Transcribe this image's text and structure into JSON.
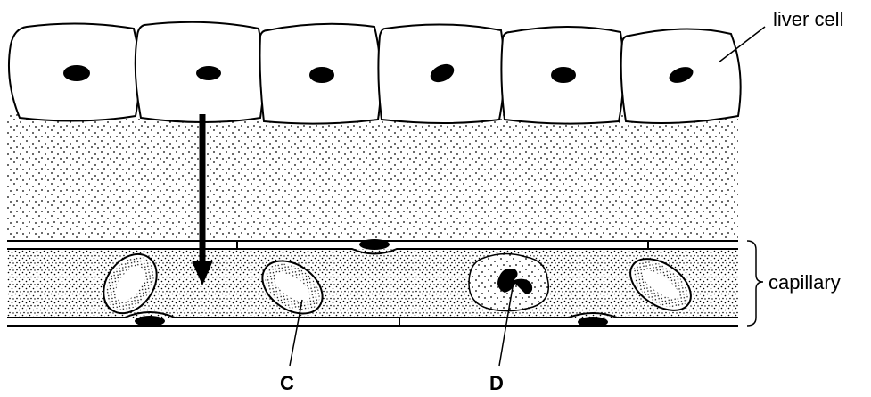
{
  "labels": {
    "liver_cell": "liver cell",
    "capillary": "capillary",
    "c": "C",
    "d": "D"
  },
  "liver_cells": [
    {
      "id": 1
    },
    {
      "id": 2
    },
    {
      "id": 3
    },
    {
      "id": 4
    },
    {
      "id": 5
    },
    {
      "id": 6
    }
  ],
  "red_blood_cells": [
    {
      "id": "rbc-1"
    },
    {
      "id": "rbc-2",
      "label": "C"
    },
    {
      "id": "rbc-3"
    }
  ],
  "white_blood_cells": [
    {
      "id": "wbc-1",
      "label": "D"
    }
  ],
  "colors": {
    "stroke": "#000000",
    "background": "#ffffff"
  }
}
